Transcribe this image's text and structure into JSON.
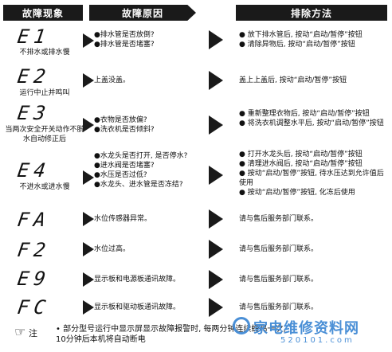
{
  "headers": {
    "phenomenon": "故障现象",
    "cause": "故障原因",
    "solution": "排除方法"
  },
  "rows": [
    {
      "code": "E1",
      "desc": "不排水或排水慢",
      "causes": [
        "●排水管是否放倒?",
        "●排水管是否堵塞?"
      ],
      "solutions": [
        "● 放下排水管后, 按动“启动/暂停”按钮",
        "● 清除异物后, 按动“启动/暂停”按钮"
      ]
    },
    {
      "code": "E2",
      "desc": "运行中止并鸣叫",
      "causes": [
        "上盖没盖。"
      ],
      "solutions": [
        "盖上上盖后, 按动“启动/暂停”按钮"
      ]
    },
    {
      "code": "E3",
      "desc": "当两次安全开关动作不脱水自动修正后",
      "causes": [
        "●衣物是否放偏?",
        "●洗衣机是否倾斜?"
      ],
      "solutions": [
        "● 重新整理衣物后, 按动“启动/暂停”按钮",
        "● 将洗衣机调整水平后, 按动“启动/暂停”按钮"
      ]
    },
    {
      "code": "E4",
      "desc": "不进水或进水慢",
      "causes": [
        "●水龙头是否打开, 是否停水?",
        "●进水阀是否堵塞?",
        "●水压是否过低?",
        "●水龙头、进水管是否冻结?"
      ],
      "solutions": [
        "● 打开水龙头后, 按动“启动/暂停”按钮",
        "● 清理进水阀后, 按动“启动/暂停”按钮",
        "● 按动“启动/暂停”按钮, 待水压达到允许值后使用",
        "● 按动“启动/暂停”按钮, 化冻后使用"
      ]
    },
    {
      "code": "FA",
      "desc": "",
      "causes": [
        "水位传感器异常。"
      ],
      "solutions": [
        "请与售后服务部门联系。"
      ]
    },
    {
      "code": "F2",
      "desc": "",
      "causes": [
        "水位过高。"
      ],
      "solutions": [
        "请与售后服务部门联系。"
      ]
    },
    {
      "code": "E9",
      "desc": "",
      "causes": [
        "显示板和电源板通讯故障。"
      ],
      "solutions": [
        "请与售后服务部门联系。"
      ]
    },
    {
      "code": "FC",
      "desc": "",
      "causes": [
        "显示板和驱动板通讯故障。"
      ],
      "solutions": [
        "请与售后服务部门联系。"
      ]
    }
  ],
  "note": {
    "label": "注",
    "text": "• 部分型号运行中显示屏显示故障报警时, 每两分钟连续蜂鸣一次, 10分钟后本机将自动断电"
  },
  "watermark": {
    "main": "家电维修资料网",
    "sub": "520101.com"
  }
}
